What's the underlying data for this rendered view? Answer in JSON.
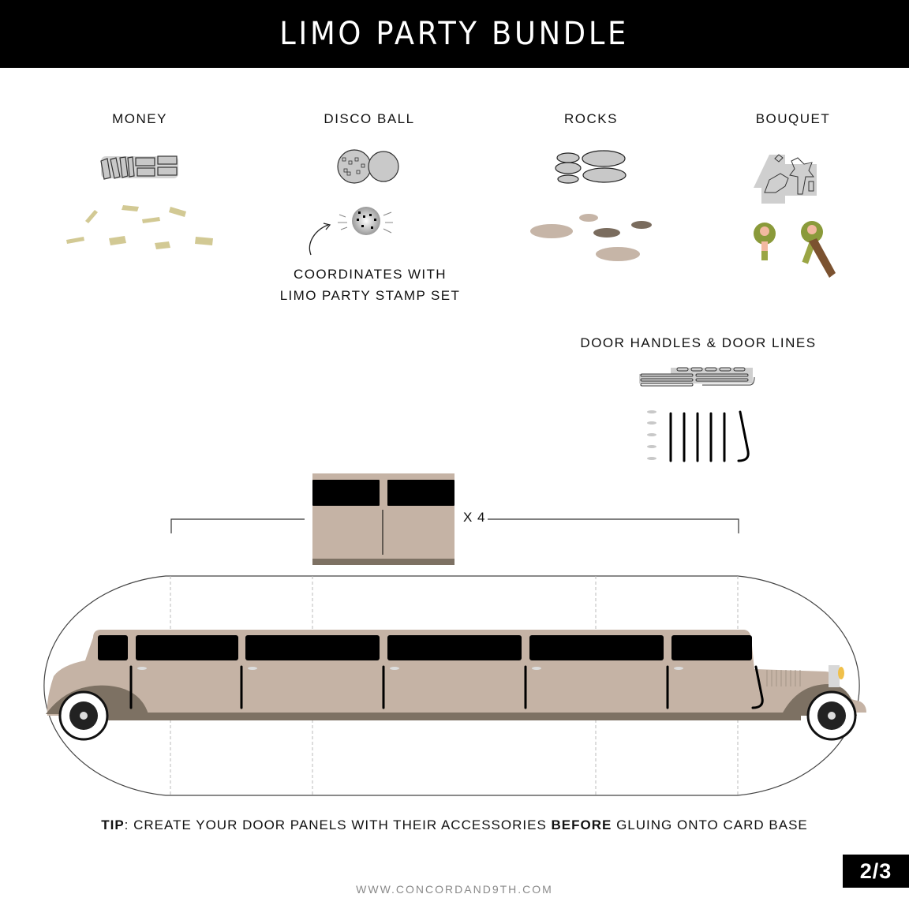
{
  "header": {
    "title": "LIMO PARTY BUNDLE"
  },
  "sections": [
    {
      "id": "money",
      "label": "MONEY"
    },
    {
      "id": "disco_ball",
      "label": "DISCO BALL"
    },
    {
      "id": "rocks",
      "label": "ROCKS"
    },
    {
      "id": "bouquet",
      "label": "BOUQUET"
    },
    {
      "id": "door_handles",
      "label": "DOOR HANDLES & DOOR LINES"
    }
  ],
  "disco_note": {
    "line1": "COORDINATES WITH",
    "line2": "LIMO PARTY STAMP SET"
  },
  "door_panel": {
    "multiplier": "X 4"
  },
  "tip": {
    "prefix": "TIP",
    "text1": ": CREATE YOUR DOOR PANELS WITH THEIR ACCESSORIES ",
    "emphasis": "BEFORE",
    "text2": " GLUING ONTO CARD BASE"
  },
  "footer": {
    "website": "WWW.CONCORDAND9TH.COM"
  },
  "page_indicator": {
    "label": "2/3"
  },
  "colors": {
    "header_bg": "#000000",
    "limo_body": "#c5b3a5",
    "limo_trim": "#7d7163",
    "window": "#000000",
    "money": "#d2c994",
    "rock_light": "#c6b5a7",
    "rock_dark": "#7a6c5e",
    "bouquet_leaf": "#8a9a3a",
    "bouquet_flower": "#f2b9a0",
    "bouquet_stem": "#7b5230",
    "die_gray": "#c8c8c8"
  }
}
